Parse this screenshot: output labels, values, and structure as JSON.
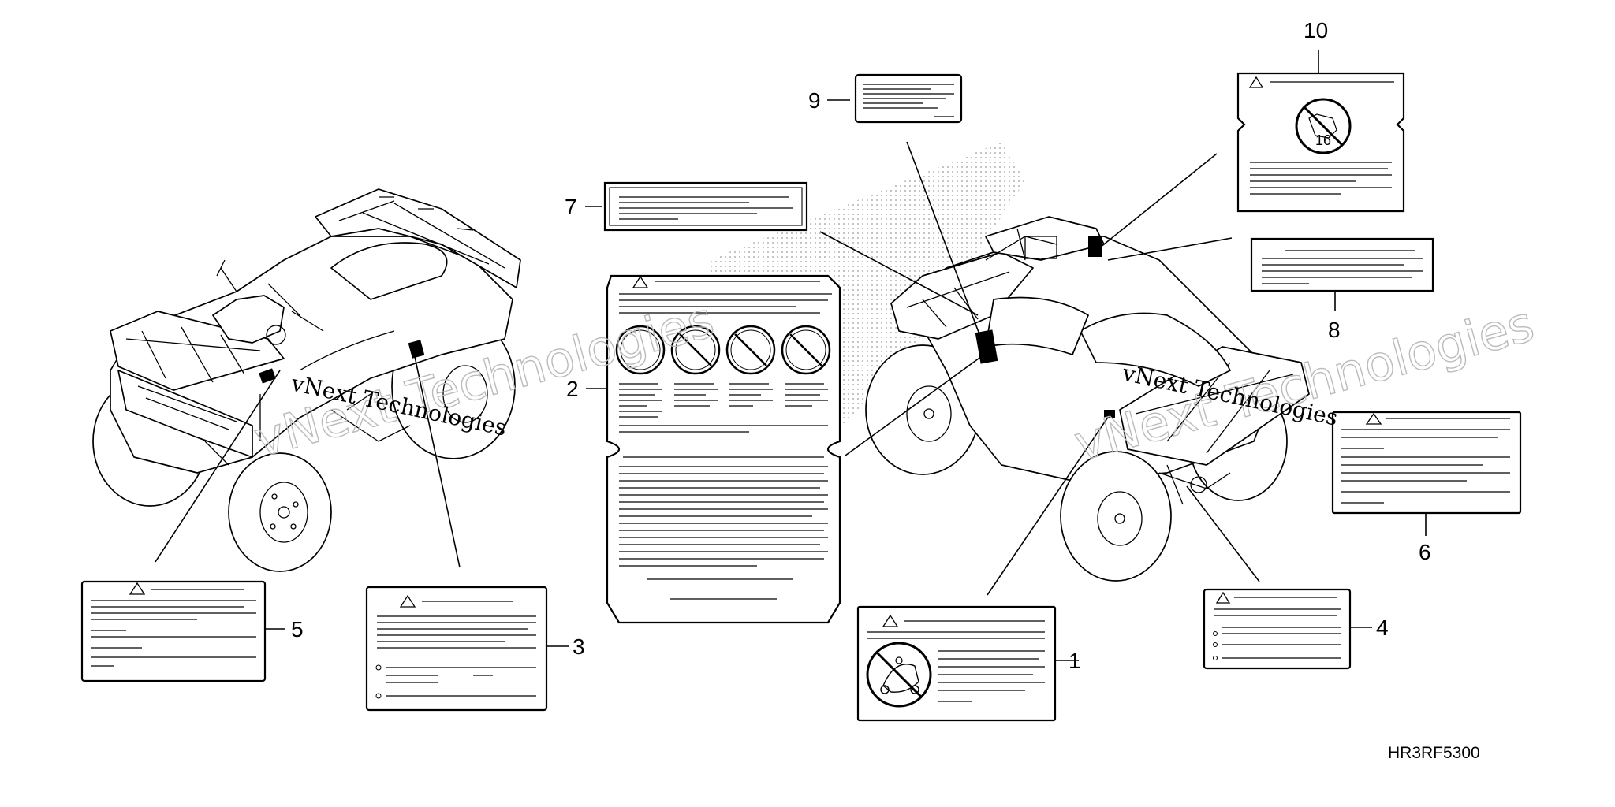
{
  "diagram": {
    "part_code": "HR3RF5300",
    "watermark_small": "vNext Technologies",
    "watermark_large": "vNext Technologies"
  },
  "callouts": [
    {
      "id": 1,
      "label": "1"
    },
    {
      "id": 2,
      "label": "2"
    },
    {
      "id": 3,
      "label": "3"
    },
    {
      "id": 4,
      "label": "4"
    },
    {
      "id": 5,
      "label": "5"
    },
    {
      "id": 6,
      "label": "6"
    },
    {
      "id": 7,
      "label": "7"
    },
    {
      "id": 8,
      "label": "8"
    },
    {
      "id": 9,
      "label": "9"
    },
    {
      "id": 10,
      "label": "10"
    }
  ],
  "icons": {
    "warning": "warning-triangle-icon",
    "prohibited": "prohibited-circle-icon",
    "age_limit": "age-16-prohibited-icon",
    "no_passenger": "no-passenger-icon"
  },
  "colors": {
    "line": "#000000",
    "background": "#ffffff",
    "watermark_outline": "#bbbbbb"
  }
}
